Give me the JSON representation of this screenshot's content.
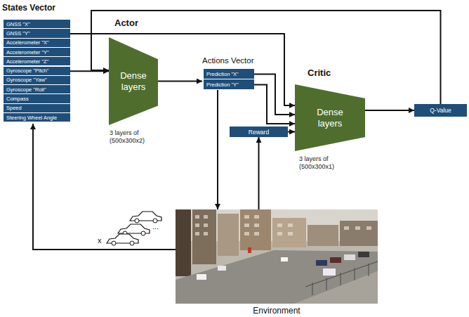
{
  "diagram": {
    "nodes": [
      {
        "text": [
          "States Vector"
        ]
      },
      {
        "text": [
          "GNSS \"X\""
        ],
        "in": 0
      },
      {
        "text": [
          "GNSS \"Y\""
        ],
        "in": 0
      },
      {
        "text": [
          "Accelerometer \"X\""
        ],
        "in": 0
      },
      {
        "text": [
          "Accelerometer \"Y\""
        ],
        "in": 0
      },
      {
        "text": [
          "Accelerometer \"Z\""
        ],
        "in": 0
      },
      {
        "text": [
          "Gyroscope \"Pitch\""
        ],
        "in": 0
      },
      {
        "text": [
          "Gyroscope \"Yaw\""
        ],
        "in": 0
      },
      {
        "text": [
          "Gyroscope \"Roll\""
        ],
        "in": 0
      },
      {
        "text": [
          "Compass"
        ],
        "in": 0
      },
      {
        "text": [
          "Speed"
        ],
        "in": 0
      },
      {
        "text": [
          "Steering Wheel Angle"
        ],
        "in": 0
      },
      {
        "text": [
          "Actor",
          "Dense layers"
        ]
      },
      {
        "text": [
          "Actions Vector"
        ]
      },
      {
        "text": [
          "Prediction \"X\""
        ],
        "in": 13
      },
      {
        "text": [
          "Prediction \"Y\""
        ],
        "in": 13
      },
      {
        "text": [
          "Critic",
          "Dense layers"
        ]
      },
      {
        "text": [
          "Reward"
        ]
      },
      {
        "text": [
          "Q-Value"
        ]
      },
      {
        "text": [
          "Environment"
        ]
      }
    ],
    "edges": [
      {
        "from": 6,
        "to": 12,
        "arrow": "to"
      },
      {
        "from": 2,
        "to": 16,
        "arrow": "to"
      },
      {
        "from": 18,
        "to": 12,
        "arrow": "to"
      },
      {
        "from": 12,
        "to": 13,
        "arrow": "to"
      },
      {
        "from": 14,
        "to": 16,
        "arrow": "to"
      },
      {
        "from": 15,
        "to": 16,
        "arrow": "to"
      },
      {
        "from": 17,
        "to": 16,
        "arrow": "to"
      },
      {
        "from": 16,
        "to": 18,
        "arrow": "to"
      },
      {
        "from": 15,
        "to": 19,
        "arrow": "to"
      },
      {
        "from": 19,
        "to": 17,
        "arrow": "to"
      },
      {
        "from": 19,
        "to": 0,
        "arrow": "to"
      }
    ],
    "labels": [
      "3 layers of (500x300x2)",
      "3 layers of (500x300x1)",
      "x",
      "..."
    ]
  }
}
